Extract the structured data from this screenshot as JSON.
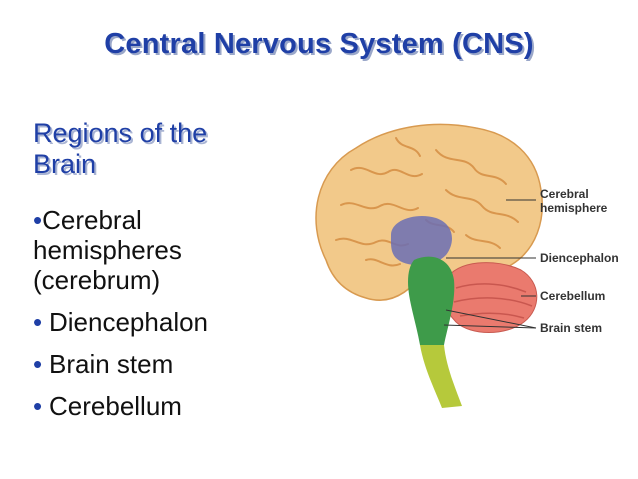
{
  "slide": {
    "title": "Central Nervous System (CNS)",
    "subtitle": "Regions of the Brain",
    "bullets": [
      "Cerebral hemispheres (cerebrum)",
      "Diencephalon",
      "Brain stem",
      "Cerebellum"
    ],
    "bullet_glyph": "•"
  },
  "figure": {
    "labels": {
      "cerebral_line1": "Cerebral",
      "cerebral_line2": "hemisphere",
      "diencephalon": "Diencephalon",
      "cerebellum": "Cerebellum",
      "brain_stem": "Brain stem"
    },
    "colors": {
      "cerebrum": "#f2c98a",
      "cerebrum_shade": "#e6a95f",
      "diencephalon": "#6b6fb4",
      "cerebellum": "#ea7a6e",
      "brainstem": "#3e9b4a",
      "spinal": "#b6c93b"
    }
  },
  "colors": {
    "title": "#1f3fa6",
    "text": "#111111"
  }
}
